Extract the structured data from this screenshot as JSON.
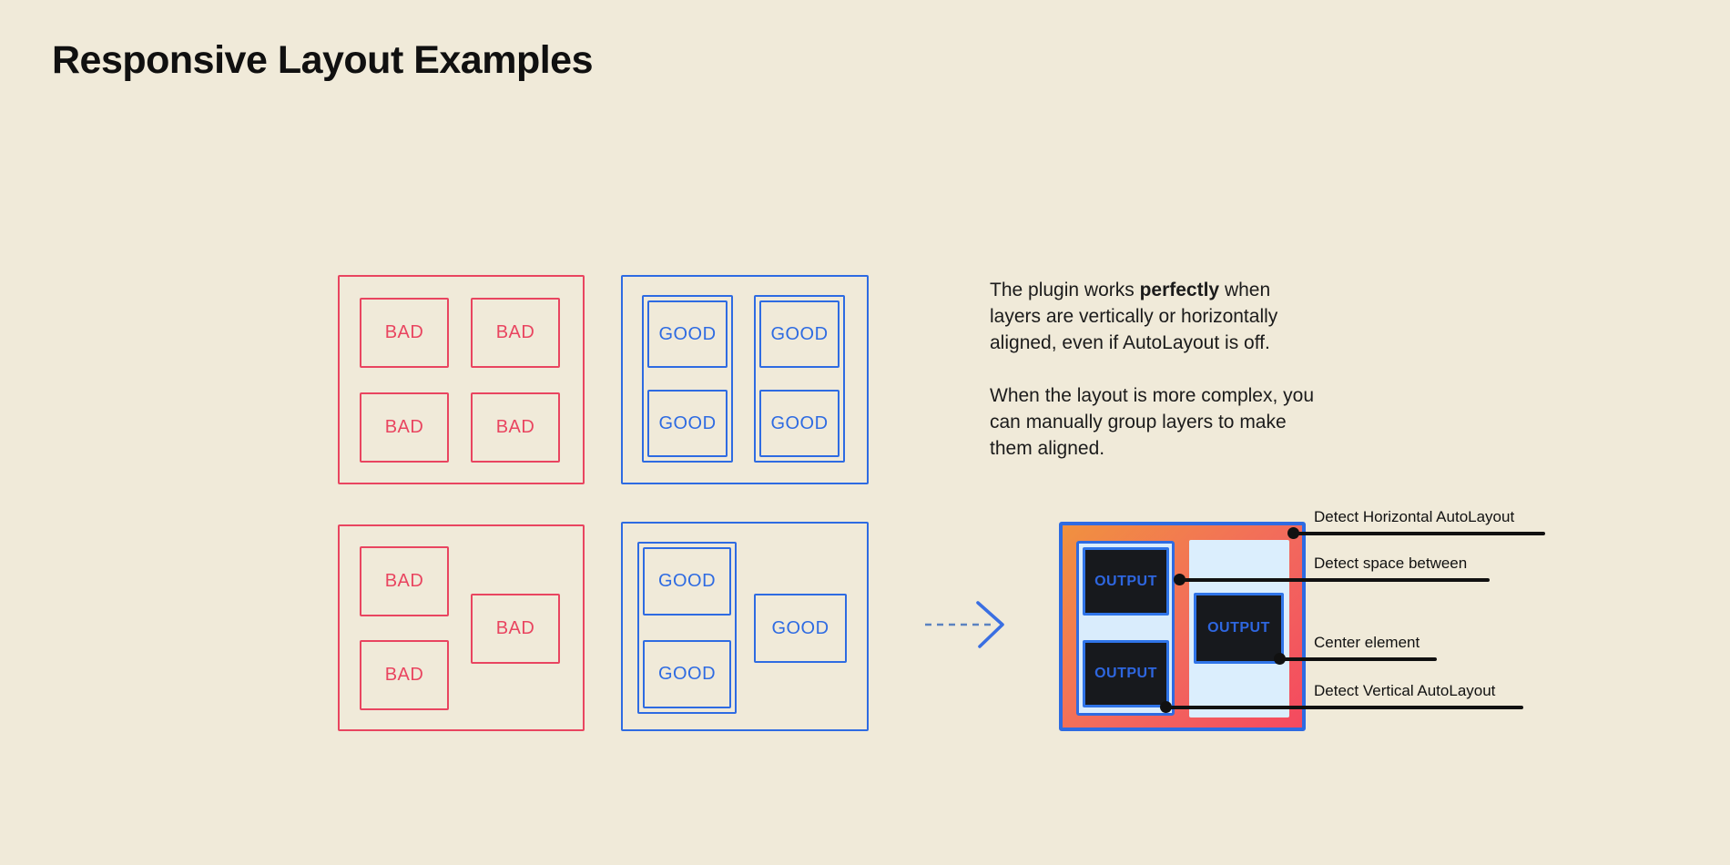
{
  "page": {
    "title": "Responsive Layout Examples"
  },
  "examples": {
    "bad_label": "BAD",
    "good_label": "GOOD"
  },
  "description": {
    "p1_pre": "The plugin works ",
    "p1_bold": "perfectly",
    "p1_post": " when",
    "p1_line2": "layers are vertically or horizontally",
    "p1_line3": "aligned, even if AutoLayout is off.",
    "p2_line1": "When the layout is more complex, you",
    "p2_line2": "can manually group layers to make",
    "p2_line3": "them aligned."
  },
  "output": {
    "box_label": "OUTPUT"
  },
  "annotations": [
    {
      "label": "Detect Horizontal AutoLayout"
    },
    {
      "label": "Detect space between"
    },
    {
      "label": "Center element"
    },
    {
      "label": "Detect Vertical AutoLayout"
    }
  ],
  "colors": {
    "background": "#f0ead9",
    "bad_red": "#e94560",
    "good_blue": "#2e6be2",
    "panel_light_blue": "#d9ecfc",
    "output_dark": "#17191d",
    "gradient_start": "#f1913f",
    "gradient_end": "#f4495f",
    "ink": "#111111"
  }
}
